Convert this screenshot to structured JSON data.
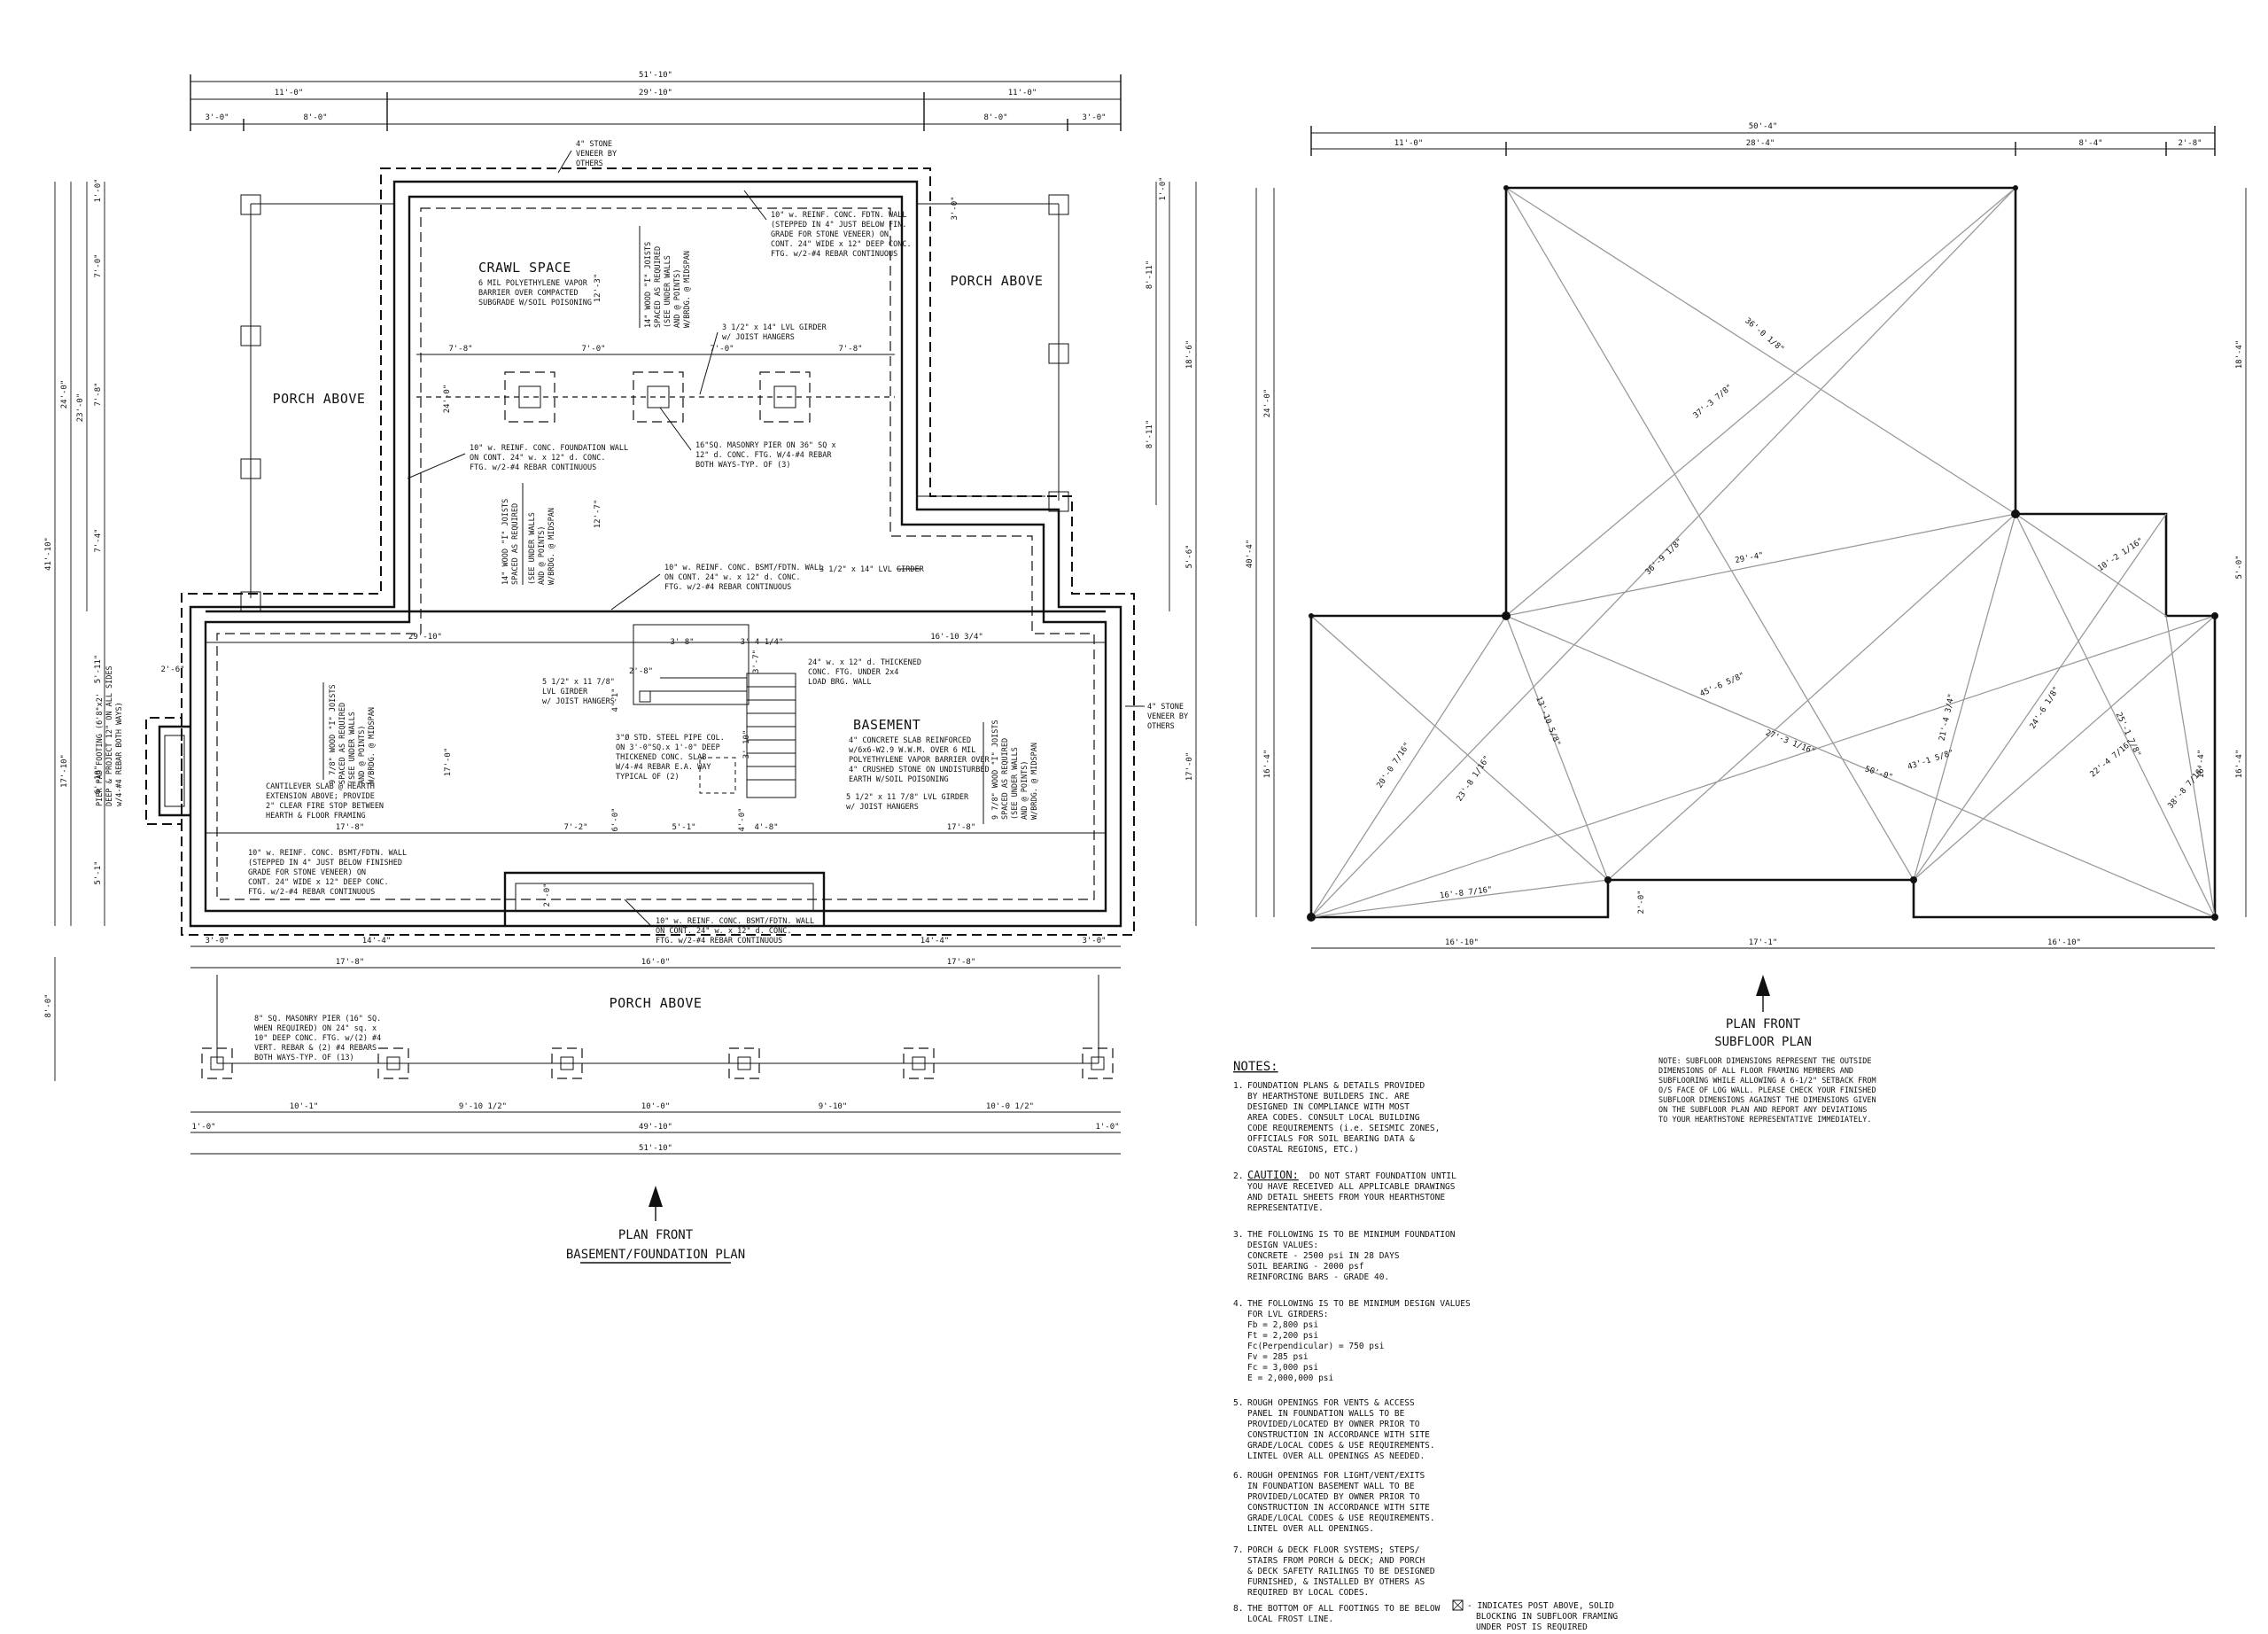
{
  "basement_plan": {
    "title": "PLAN FRONT",
    "subtitle": "BASEMENT/FOUNDATION PLAN",
    "rooms": {
      "crawl_space": "CRAWL SPACE",
      "porch_left": "PORCH ABOVE",
      "porch_right": "PORCH ABOVE",
      "porch_front": "PORCH ABOVE",
      "basement": "BASEMENT"
    },
    "callouts": {
      "stone_veneer_top": [
        "4\" STONE",
        "VENEER BY",
        "OTHERS"
      ],
      "stone_veneer_right": [
        "4\" STONE",
        "VENEER BY",
        "OTHERS"
      ],
      "vapor_barrier": [
        "6 MIL POLYETHYLENE VAPOR",
        "BARRIER OVER COMPACTED",
        "SUBGRADE W/SOIL POISONING"
      ],
      "fdtn_wall_top": [
        "10\" w. REINF. CONC. FDTN. WALL",
        "(STEPPED IN 4\" JUST BELOW FIN.",
        "GRADE FOR STONE VENEER) ON",
        "CONT. 24\" WIDE x 12\" DEEP CONC.",
        "FTG. w/2-#4 REBAR CONTINUOUS"
      ],
      "joists_crawl_1": [
        "14\" WOOD \"I\" JOISTS",
        "SPACED AS REQUIRED",
        "(SEE UNDER WALLS",
        "AND @ POINTS)",
        "W/BRDG. @ MIDSPAN"
      ],
      "girder_crawl": [
        "3 1/2\" x 14\" LVL GIRDER",
        "w/ JOIST HANGERS"
      ],
      "masonry_pier": [
        "16\"SQ. MASONRY PIER ON 36\" SQ x",
        "12\" d. CONC. FTG. W/4-#4 REBAR",
        "BOTH WAYS-TYP. OF (3)"
      ],
      "fdtn_wall_left": [
        "10\" w. REINF. CONC. FOUNDATION WALL",
        "ON CONT. 24\" w. x 12\" d. CONC.",
        "FTG. w/2-#4 REBAR CONTINUOUS"
      ],
      "joists_crawl_2": [
        "14\" WOOD \"I\" JOISTS",
        "SPACED AS REQUIRED",
        "(SEE UNDER WALLS",
        "AND @ POINTS)",
        "W/BRDG. @ MIDSPAN"
      ],
      "bsmt_wall_mid": [
        "10\" w. REINF. CONC. BSMT/FDTN. WALL",
        "ON CONT. 24\" w. x 12\" d. CONC.",
        "FTG. w/2-#4 REBAR CONTINUOUS"
      ],
      "girder_lvl": "3 1/2\" x 14\" LVL GIRDER",
      "pier_footing": [
        "PIER PAD FOOTING (6'8\"x2'",
        "DEEP & PROJECT 12\" ON ALL SIDES",
        "w/4-#4 REBAR BOTH WAYS)"
      ],
      "joists_bsmt_left": [
        "9 7/8\" WOOD \"I\" JOISTS",
        "SPACED AS REQUIRED",
        "(SEE UNDER WALLS",
        "AND @ POINTS)",
        "W/BRDG. @ MIDSPAN"
      ],
      "girder_bsmt": [
        "5 1/2\" x 11 7/8\"",
        "LVL GIRDER",
        "w/ JOIST HANGERS"
      ],
      "thickened_slab": [
        "24\" w. x 12\" d. THICKENED",
        "CONC. FTG. UNDER 2x4",
        "LOAD BRG. WALL"
      ],
      "concrete_slab": [
        "4\" CONCRETE SLAB REINFORCED",
        "w/6x6-W2.9 W.W.M. OVER 6 MIL",
        "POLYETHYLENE VAPOR BARRIER OVER",
        "4\" CRUSHED STONE ON UNDISTURBED",
        "EARTH W/SOIL POISONING"
      ],
      "joists_bsmt_right": [
        "9 7/8\" WOOD \"I\" JOISTS",
        "SPACED AS REQUIRED",
        "(SEE UNDER WALLS",
        "AND @ POINTS)",
        "W/BRDG. @ MIDSPAN"
      ],
      "cantilever": [
        "CANTILEVER SLAB @ HEARTH",
        "EXTENSION ABOVE; PROVIDE",
        "2\" CLEAR FIRE STOP BETWEEN",
        "HEARTH & FLOOR FRAMING"
      ],
      "pipe_col": [
        "3\"Ø STD. STEEL PIPE COL.",
        "ON 3'-0\"SQ.x 1'-0\" DEEP",
        "THICKENED CONC. SLAB",
        "W/4-#4 REBAR E.A. WAY",
        "TYPICAL OF (2)"
      ],
      "girder_bsmt_2": [
        "5 1/2\" x 11 7/8\" LVL GIRDER",
        "w/ JOIST HANGERS"
      ],
      "bsmt_wall_bl": [
        "10\" w. REINF. CONC. BSMT/FDTN. WALL",
        "(STEPPED IN 4\" JUST BELOW FINISHED",
        "GRADE FOR STONE VENEER) ON",
        "CONT. 24\" WIDE x 12\" DEEP CONC.",
        "FTG. w/2-#4 REBAR CONTINUOUS"
      ],
      "bsmt_wall_bottom": [
        "10\" w. REINF. CONC. BSMT/FDTN. WALL",
        "ON CONT. 24\" w. x 12\" d. CONC.",
        "FTG. w/2-#4 REBAR CONTINUOUS"
      ],
      "porch_pier": [
        "8\" SQ. MASONRY PIER (16\" SQ.",
        "WHEN REQUIRED) ON 24\" sq. x",
        "10\" DEEP CONC. FTG. w/(2) #4",
        "VERT. REBAR & (2) #4 REBARS",
        "BOTH WAYS-TYP. OF (13)"
      ]
    },
    "dims": {
      "overall_top": "51'-10\"",
      "top_11_left": "11'-0\"",
      "top_29": "29'-10\"",
      "top_11_right": "11'-0\"",
      "top_3": "3'-0\"",
      "top_8_left": "8'-0\"",
      "top_8_right": "8'-0\"",
      "top_3_right": "3'-0\"",
      "crawl_7_8a": "7'-8\"",
      "crawl_7_0a": "7'-0\"",
      "crawl_7_0b": "7'-0\"",
      "crawl_7_8b": "7'-8\"",
      "bsmt_29_10": "29'-10\"",
      "bsmt_16_10": "16'-10 3/4\"",
      "bsmt_3_8": "3'-8\"",
      "bsmt_3_4": "3'-4 1/4\"",
      "stair_2_8": "2'-8\"",
      "stair_3_7": "3'-7\"",
      "bsmt_17_8": "17'-8\"",
      "bsmt_7_2": "7'-2\"",
      "bsmt_5_1": "5'-1\"",
      "bsmt_4_8": "4'-8\"",
      "bsmt_17_8b": "17'-8\"",
      "bsmt_4_1": "4'-1\"",
      "bsmt_6_0": "6'-0\"",
      "bsmt_4_0": "4'-0\"",
      "bsmt_3_10": "3'-10\"",
      "bsmt_2_0": "2'-0\"",
      "bot_3_left": "3'-0\"",
      "bot_14_4a": "14'-4\"",
      "bot_16": "16'-0\"",
      "bot_14_4b": "14'-4\"",
      "bot_3_right": "3'-0\"",
      "bot_17_8a": "17'-8\"",
      "bot_17_8b": "17'-8\"",
      "porch_10_1": "10'-1\"",
      "porch_9_10h": "9'-10 1/2\"",
      "porch_10_0": "10'-0\"",
      "porch_9_10": "9'-10\"",
      "porch_10_0h": "10'-0 1/2\"",
      "bot_1_left": "1'-0\"",
      "bot_49_10": "49'-10\"",
      "bot_1_right": "1'-0\"",
      "bot_51_10": "51'-10\"",
      "left_41": "41'-10\"",
      "left_24": "24'-0\"",
      "left_23": "23'-0\"",
      "left_17": "17'-10\"",
      "left_7a": "7'-0\"",
      "left_7b": "7'-8\"",
      "left_7c": "7'-4\"",
      "left_8": "8'-0\"",
      "left_1": "1'-0\"",
      "left_5_11": "5'-11\"",
      "left_6_10": "6'-10\"",
      "left_5_1": "5'-1\"",
      "left_2_6": "2'-6\"",
      "right_18_6": "18'-6\"",
      "right_8_11": "8'-11\"",
      "right_8_11b": "8'-11\"",
      "right_17_0": "17'-0\"",
      "right_5_6": "5'-6\"",
      "right_1_0": "1'-0\"",
      "right_3_0": "3'-0\"",
      "crawl_12_3": "12'-3\"",
      "crawl_12_7": "12'-7\"",
      "crawl_24": "24'-0\"",
      "bsmt_17": "17'-0\""
    }
  },
  "subfloor_plan": {
    "title": "PLAN FRONT",
    "subtitle": "SUBFLOOR PLAN",
    "note": [
      "NOTE: SUBFLOOR DIMENSIONS REPRESENT THE OUTSIDE",
      "DIMENSIONS OF ALL FLOOR FRAMING MEMBERS AND",
      "SUBFLOORING WHILE ALLOWING A 6-1/2\" SETBACK FROM",
      "O/S FACE OF LOG WALL. PLEASE CHECK YOUR FINISHED",
      "SUBFLOOR DIMENSIONS AGAINST THE DIMENSIONS GIVEN",
      "ON THE SUBFLOOR PLAN AND REPORT ANY DEVIATIONS",
      "TO YOUR HEARTHSTONE REPRESENTATIVE IMMEDIATELY."
    ],
    "dims": {
      "top_overall": "50'-4\"",
      "top_11": "11'-0\"",
      "top_28_4": "28'-4\"",
      "top_8_4": "8'-4\"",
      "top_2_8": "2'-8\"",
      "left_24": "24'-0\"",
      "left_40_4": "40'-4\"",
      "left_16_4": "16'-4\"",
      "right_18_4": "18'-4\"",
      "right_5_0": "5'-0\"",
      "right_16_4": "16'-4\"",
      "bot_16_10": "16'-10\"",
      "bot_17_1": "17'-1\"",
      "bot_16_10b": "16'-10\"",
      "bot_2_0": "2'-0\"",
      "diag_36": "36'-0 1/8\"",
      "diag_37": "37'-3 7/8\"",
      "diag_36b": "36'-9 1/8\"",
      "diag_29": "29'-4\"",
      "diag_10": "10'-2 1/16\"",
      "diag_45": "45'-6 5/8\"",
      "diag_27": "27'-3 1/16\"",
      "diag_21": "21'-4 3/4\"",
      "diag_24": "24'-6 1/8\"",
      "diag_25": "25'-1 7/8\"",
      "diag_22": "22'-4 7/16\"",
      "diag_43": "43'-1 5/8\"",
      "diag_50": "50'-0\"",
      "diag_20": "20'-0 7/16\"",
      "diag_23": "23'-8 1/16\"",
      "diag_13": "13'-10 5/8\"",
      "diag_16": "16'-8 7/16\"",
      "diag_38": "38'-8 7/16\"",
      "diag_16b": "16'-4\""
    }
  },
  "notes": {
    "heading": "NOTES:",
    "items": [
      {
        "num": "1.",
        "lines": [
          "FOUNDATION PLANS & DETAILS PROVIDED",
          "BY HEARTHSTONE BUILDERS INC. ARE",
          "DESIGNED IN COMPLIANCE WITH MOST",
          "AREA CODES. CONSULT LOCAL BUILDING",
          "CODE REQUIREMENTS (i.e. SEISMIC ZONES,",
          "OFFICIALS FOR SOIL BEARING DATA &",
          "COASTAL REGIONS, ETC.)"
        ]
      },
      {
        "num": "2.",
        "head": "CAUTION:",
        "lines": [
          "DO NOT START FOUNDATION UNTIL",
          "YOU HAVE RECEIVED ALL APPLICABLE DRAWINGS",
          "AND DETAIL SHEETS FROM YOUR HEARTHSTONE",
          "REPRESENTATIVE."
        ]
      },
      {
        "num": "3.",
        "lines": [
          "THE FOLLOWING IS TO BE MINIMUM FOUNDATION",
          "DESIGN VALUES:",
          "CONCRETE - 2500 psi IN 28 DAYS",
          "SOIL BEARING - 2000 psf",
          "REINFORCING BARS - GRADE 40."
        ]
      },
      {
        "num": "4.",
        "lines": [
          "THE FOLLOWING IS TO BE MINIMUM DESIGN VALUES",
          "FOR LVL GIRDERS:",
          "Fb = 2,800 psi",
          "Ft = 2,200 psi",
          "Fc(Perpendicular) = 750 psi",
          "Fv = 285 psi",
          "Fc = 3,000 psi",
          "E = 2,000,000 psi"
        ]
      },
      {
        "num": "5.",
        "lines": [
          "ROUGH OPENINGS FOR VENTS & ACCESS",
          "PANEL IN FOUNDATION WALLS TO BE",
          "PROVIDED/LOCATED BY OWNER PRIOR TO",
          "CONSTRUCTION IN ACCORDANCE WITH SITE",
          "GRADE/LOCAL CODES & USE REQUIREMENTS.",
          "LINTEL OVER ALL OPENINGS AS NEEDED."
        ]
      },
      {
        "num": "6.",
        "lines": [
          "ROUGH OPENINGS FOR LIGHT/VENT/EXITS",
          "IN FOUNDATION BASEMENT WALL TO BE",
          "PROVIDED/LOCATED BY OWNER PRIOR TO",
          "CONSTRUCTION IN ACCORDANCE WITH SITE",
          "GRADE/LOCAL CODES & USE REQUIREMENTS.",
          "LINTEL OVER ALL OPENINGS."
        ]
      },
      {
        "num": "7.",
        "lines": [
          "PORCH & DECK FLOOR SYSTEMS; STEPS/",
          "STAIRS FROM PORCH & DECK; AND PORCH",
          "& DECK SAFETY RAILINGS TO BE DESIGNED",
          "FURNISHED, & INSTALLED BY OTHERS AS",
          "REQUIRED BY LOCAL CODES."
        ]
      },
      {
        "num": "8.",
        "lines": [
          "THE BOTTOM OF ALL FOOTINGS TO BE BELOW",
          "LOCAL FROST LINE."
        ]
      }
    ],
    "legend": [
      "- INDICATES POST ABOVE, SOLID",
      "BLOCKING IN SUBFLOOR FRAMING",
      "UNDER POST IS REQUIRED"
    ]
  }
}
